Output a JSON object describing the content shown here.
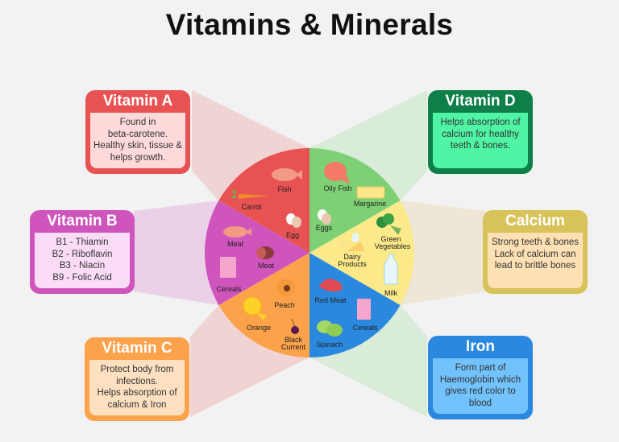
{
  "title": "Vitamins & Minerals",
  "colors": {
    "background": "#f2f2f2",
    "vitamin_a": "#e85252",
    "vitamin_b": "#cf55bd",
    "vitamin_c": "#fba24a",
    "vitamin_d": "#0e7f48",
    "calcium": "#d8c25a",
    "iron": "#2a88de"
  },
  "cards": {
    "vitamin_a": {
      "title": "Vitamin A",
      "lines": [
        "Found in",
        "beta-carotene.",
        "Healthy skin, tissue &",
        "helps growth."
      ]
    },
    "vitamin_b": {
      "title": "Vitamin B",
      "lines": [
        "B1 - Thiamin",
        "B2 - Riboflavin",
        "B3 - Niacin",
        "B9 - Folic Acid"
      ]
    },
    "vitamin_c": {
      "title": "Vitamin C",
      "lines": [
        "Protect body from",
        "infections.",
        "Helps absorption of",
        "calcium & Iron"
      ]
    },
    "vitamin_d": {
      "title": "Vitamin D",
      "lines": [
        "Helps absorption of",
        "calcium for healthy",
        "teeth & bones."
      ]
    },
    "calcium": {
      "title": "Calcium",
      "lines": [
        "Strong teeth & bones",
        "Lack of calcium can",
        "lead to brittle bones"
      ]
    },
    "iron": {
      "title": "Iron",
      "lines": [
        "Form part of",
        "Haemoglobin which",
        "gives red color to",
        "blood"
      ]
    }
  },
  "pie": {
    "vitamin_a": {
      "foods": [
        "Fish",
        "Carrot",
        "Egg"
      ]
    },
    "vitamin_d": {
      "foods": [
        "Oily Fish",
        "Margarine",
        "Eggs"
      ]
    },
    "calcium": {
      "foods": [
        "Green",
        "Vegetables",
        "Dairy",
        "Products",
        "Milk"
      ]
    },
    "iron": {
      "foods": [
        "Red Meat",
        "Cereals",
        "Spinach"
      ]
    },
    "vitamin_c": {
      "foods": [
        "Peach",
        "Orange",
        "Black",
        "Current"
      ]
    },
    "vitamin_b": {
      "foods": [
        "Meat",
        "Meat",
        "Cereals"
      ]
    }
  }
}
